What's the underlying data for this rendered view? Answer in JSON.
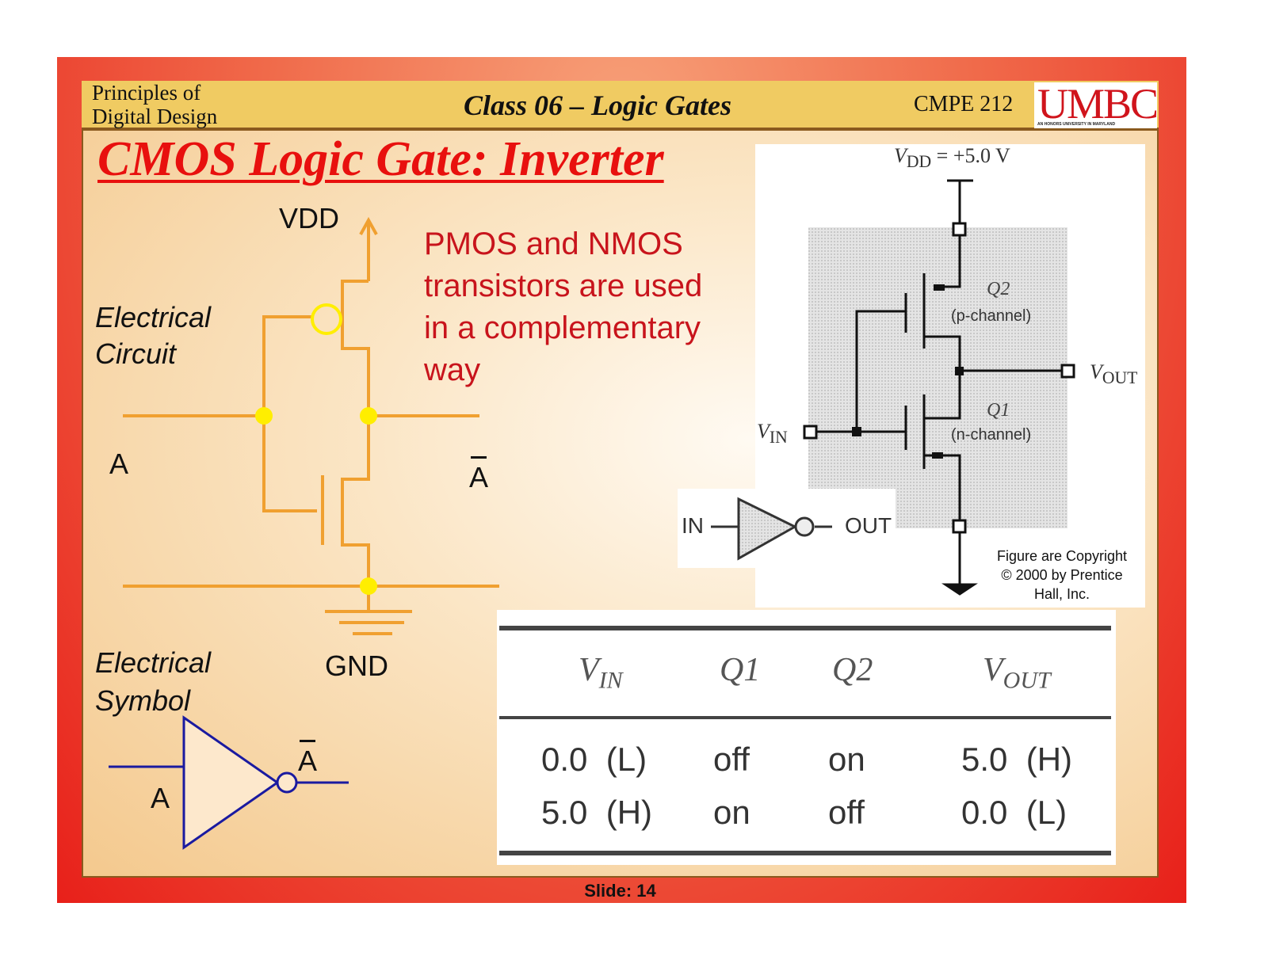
{
  "header": {
    "course_line1": "Principles of",
    "course_line2": "Digital Design",
    "class_title": "Class 06 – Logic Gates",
    "course_code": "CMPE 212",
    "logo_text": "UMBC",
    "logo_subtitle": "AN HONORS UNIVERSITY IN MARYLAND"
  },
  "slide_title": "CMOS Logic Gate: Inverter",
  "circuit": {
    "vdd_label": "VDD",
    "gnd_label": "GND",
    "input_label": "A",
    "output_label": "A",
    "section_line1": "Electrical",
    "section_line2": "Circuit",
    "wire_color": "#f0a030",
    "node_color": "#ffee00"
  },
  "symbol": {
    "section_line1": "Electrical",
    "section_line2": "Symbol",
    "input_label": "A",
    "output_label": "A",
    "color": "#1a1aa0"
  },
  "description": {
    "line1": "PMOS and NMOS",
    "line2": "transistors are used",
    "line3": "in a complementary",
    "line4": "way"
  },
  "figure": {
    "vdd_label": "V",
    "vdd_sub": "DD",
    "vdd_value": " = +5.0 V",
    "q2_name": "Q2",
    "q2_type": "(p-channel)",
    "q1_name": "Q1",
    "q1_type": "(n-channel)",
    "vin": "V",
    "vin_sub": "IN",
    "vout": "V",
    "vout_sub": "OUT",
    "inset_in": "IN",
    "inset_out": "OUT",
    "copyright_line1": "Figure are Copyright",
    "copyright_line2": "© 2000 by Prentice",
    "copyright_line3": "Hall, Inc."
  },
  "table": {
    "headers": [
      {
        "main": "V",
        "sub": "IN"
      },
      {
        "main": "Q1",
        "sub": ""
      },
      {
        "main": "Q2",
        "sub": ""
      },
      {
        "main": "V",
        "sub": "OUT"
      }
    ],
    "rows": [
      [
        "0.0  (L)",
        "off",
        "on",
        "5.0  (H)"
      ],
      [
        "5.0  (H)",
        "on",
        "off",
        "0.0  (L)"
      ]
    ]
  },
  "footer": {
    "slide_number": "Slide: 14"
  }
}
